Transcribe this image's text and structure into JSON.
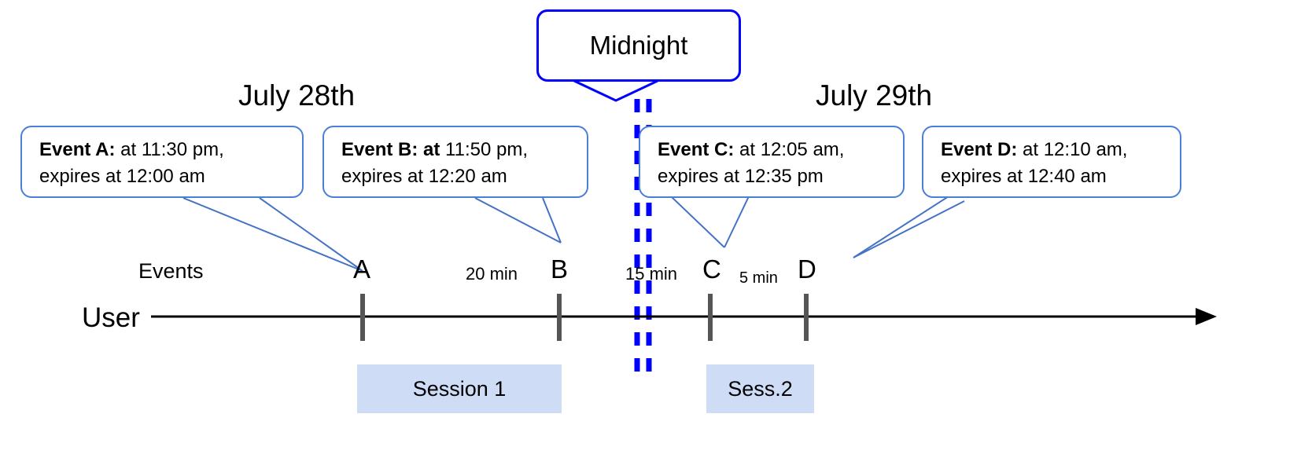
{
  "diagram": {
    "title_boxes": {
      "midnight": {
        "label": "Midnight"
      }
    },
    "day_labels": [
      {
        "name": "day-1",
        "text": "July 28th"
      },
      {
        "name": "day-2",
        "text": "July 29th"
      }
    ],
    "axis": {
      "row_label": "User",
      "events_label": "Events"
    },
    "events": [
      {
        "id": "A",
        "letter": "A"
      },
      {
        "id": "B",
        "letter": "B"
      },
      {
        "id": "C",
        "letter": "C"
      },
      {
        "id": "D",
        "letter": "D"
      }
    ],
    "gaps": [
      {
        "between": "A-B",
        "text": "20 min"
      },
      {
        "between": "B-C",
        "text": "15 min"
      },
      {
        "between": "C-D",
        "text": "5 min"
      }
    ],
    "callouts": [
      {
        "id": "event-a",
        "bold_prefix": "Event A:",
        "line1_rest": " at 11:30 pm,",
        "line2": "expires at 12:00 am"
      },
      {
        "id": "event-b",
        "bold_prefix": "Event B: at",
        "line1_rest": " 11:50 pm,",
        "line2": "expires at 12:20 am"
      },
      {
        "id": "event-c",
        "bold_prefix": "Event C:",
        "line1_rest": " at 12:05 am,",
        "line2": "expires at 12:35 pm"
      },
      {
        "id": "event-d",
        "bold_prefix": "Event D:",
        "line1_rest": "  at 12:10 am,",
        "line2": "expires at 12:40 am"
      }
    ],
    "sessions": [
      {
        "id": "session-1",
        "label": "Session 1"
      },
      {
        "id": "session-2",
        "label": "Sess.2"
      }
    ],
    "colors": {
      "callout_border": "#4a7ed8",
      "midnight_border": "#0000ff",
      "leader_line": "#4472c4",
      "session_fill": "#cfdcf5",
      "tick": "#555555",
      "axis": "#000000"
    }
  }
}
